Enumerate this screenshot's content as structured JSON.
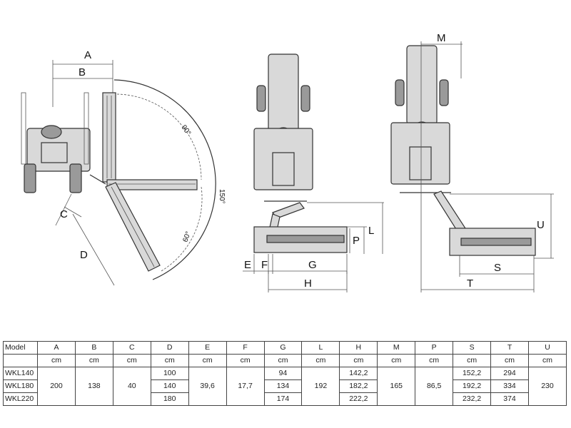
{
  "diagram": {
    "dimension_letters": [
      "A",
      "B",
      "C",
      "D",
      "E",
      "F",
      "G",
      "H",
      "L",
      "M",
      "P",
      "S",
      "T",
      "U"
    ],
    "angles": [
      "90°",
      "150°",
      "60°"
    ]
  },
  "table": {
    "header_cells": [
      "Model",
      "A",
      "B",
      "C",
      "D",
      "E",
      "F",
      "G",
      "L",
      "H",
      "M",
      "P",
      "S",
      "T",
      "U"
    ],
    "unit_row": [
      "",
      "cm",
      "cm",
      "cm",
      "cm",
      "cm",
      "cm",
      "cm",
      "cm",
      "cm",
      "cm",
      "cm",
      "cm",
      "cm",
      "cm"
    ],
    "models": [
      "WKL140",
      "WKL180",
      "WKL220"
    ],
    "shared": {
      "A": "200",
      "B": "138",
      "C": "40",
      "E": "39,6",
      "F": "17,7",
      "L": "192",
      "M": "165",
      "P": "86,5",
      "U": "230"
    },
    "D": [
      "100",
      "140",
      "180"
    ],
    "G": [
      "94",
      "134",
      "174"
    ],
    "H": [
      "142,2",
      "182,2",
      "222,2"
    ],
    "S": [
      "152,2",
      "192,2",
      "232,2"
    ],
    "T": [
      "294",
      "334",
      "374"
    ]
  }
}
